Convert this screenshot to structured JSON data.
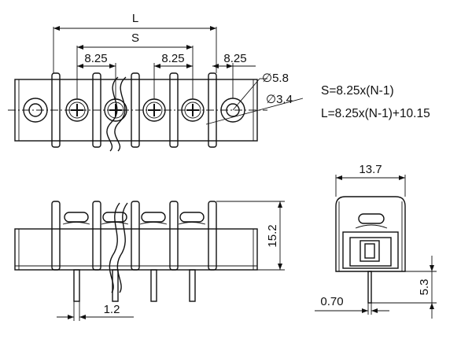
{
  "dimensions": {
    "overall_length": "L",
    "pitch_span": "S",
    "pitch_1": "8.25",
    "pitch_2": "8.25",
    "end_pitch": "8.25",
    "hole_large": "∅5.8",
    "hole_small": "∅3.4",
    "height": "15.2",
    "pin_width": "1.2",
    "side_width": "13.7",
    "pin_length": "5.3",
    "pin_thickness": "0.70"
  },
  "formulas": {
    "s_formula": "S=8.25x(N-1)",
    "l_formula": "L=8.25x(N-1)+10.15"
  }
}
